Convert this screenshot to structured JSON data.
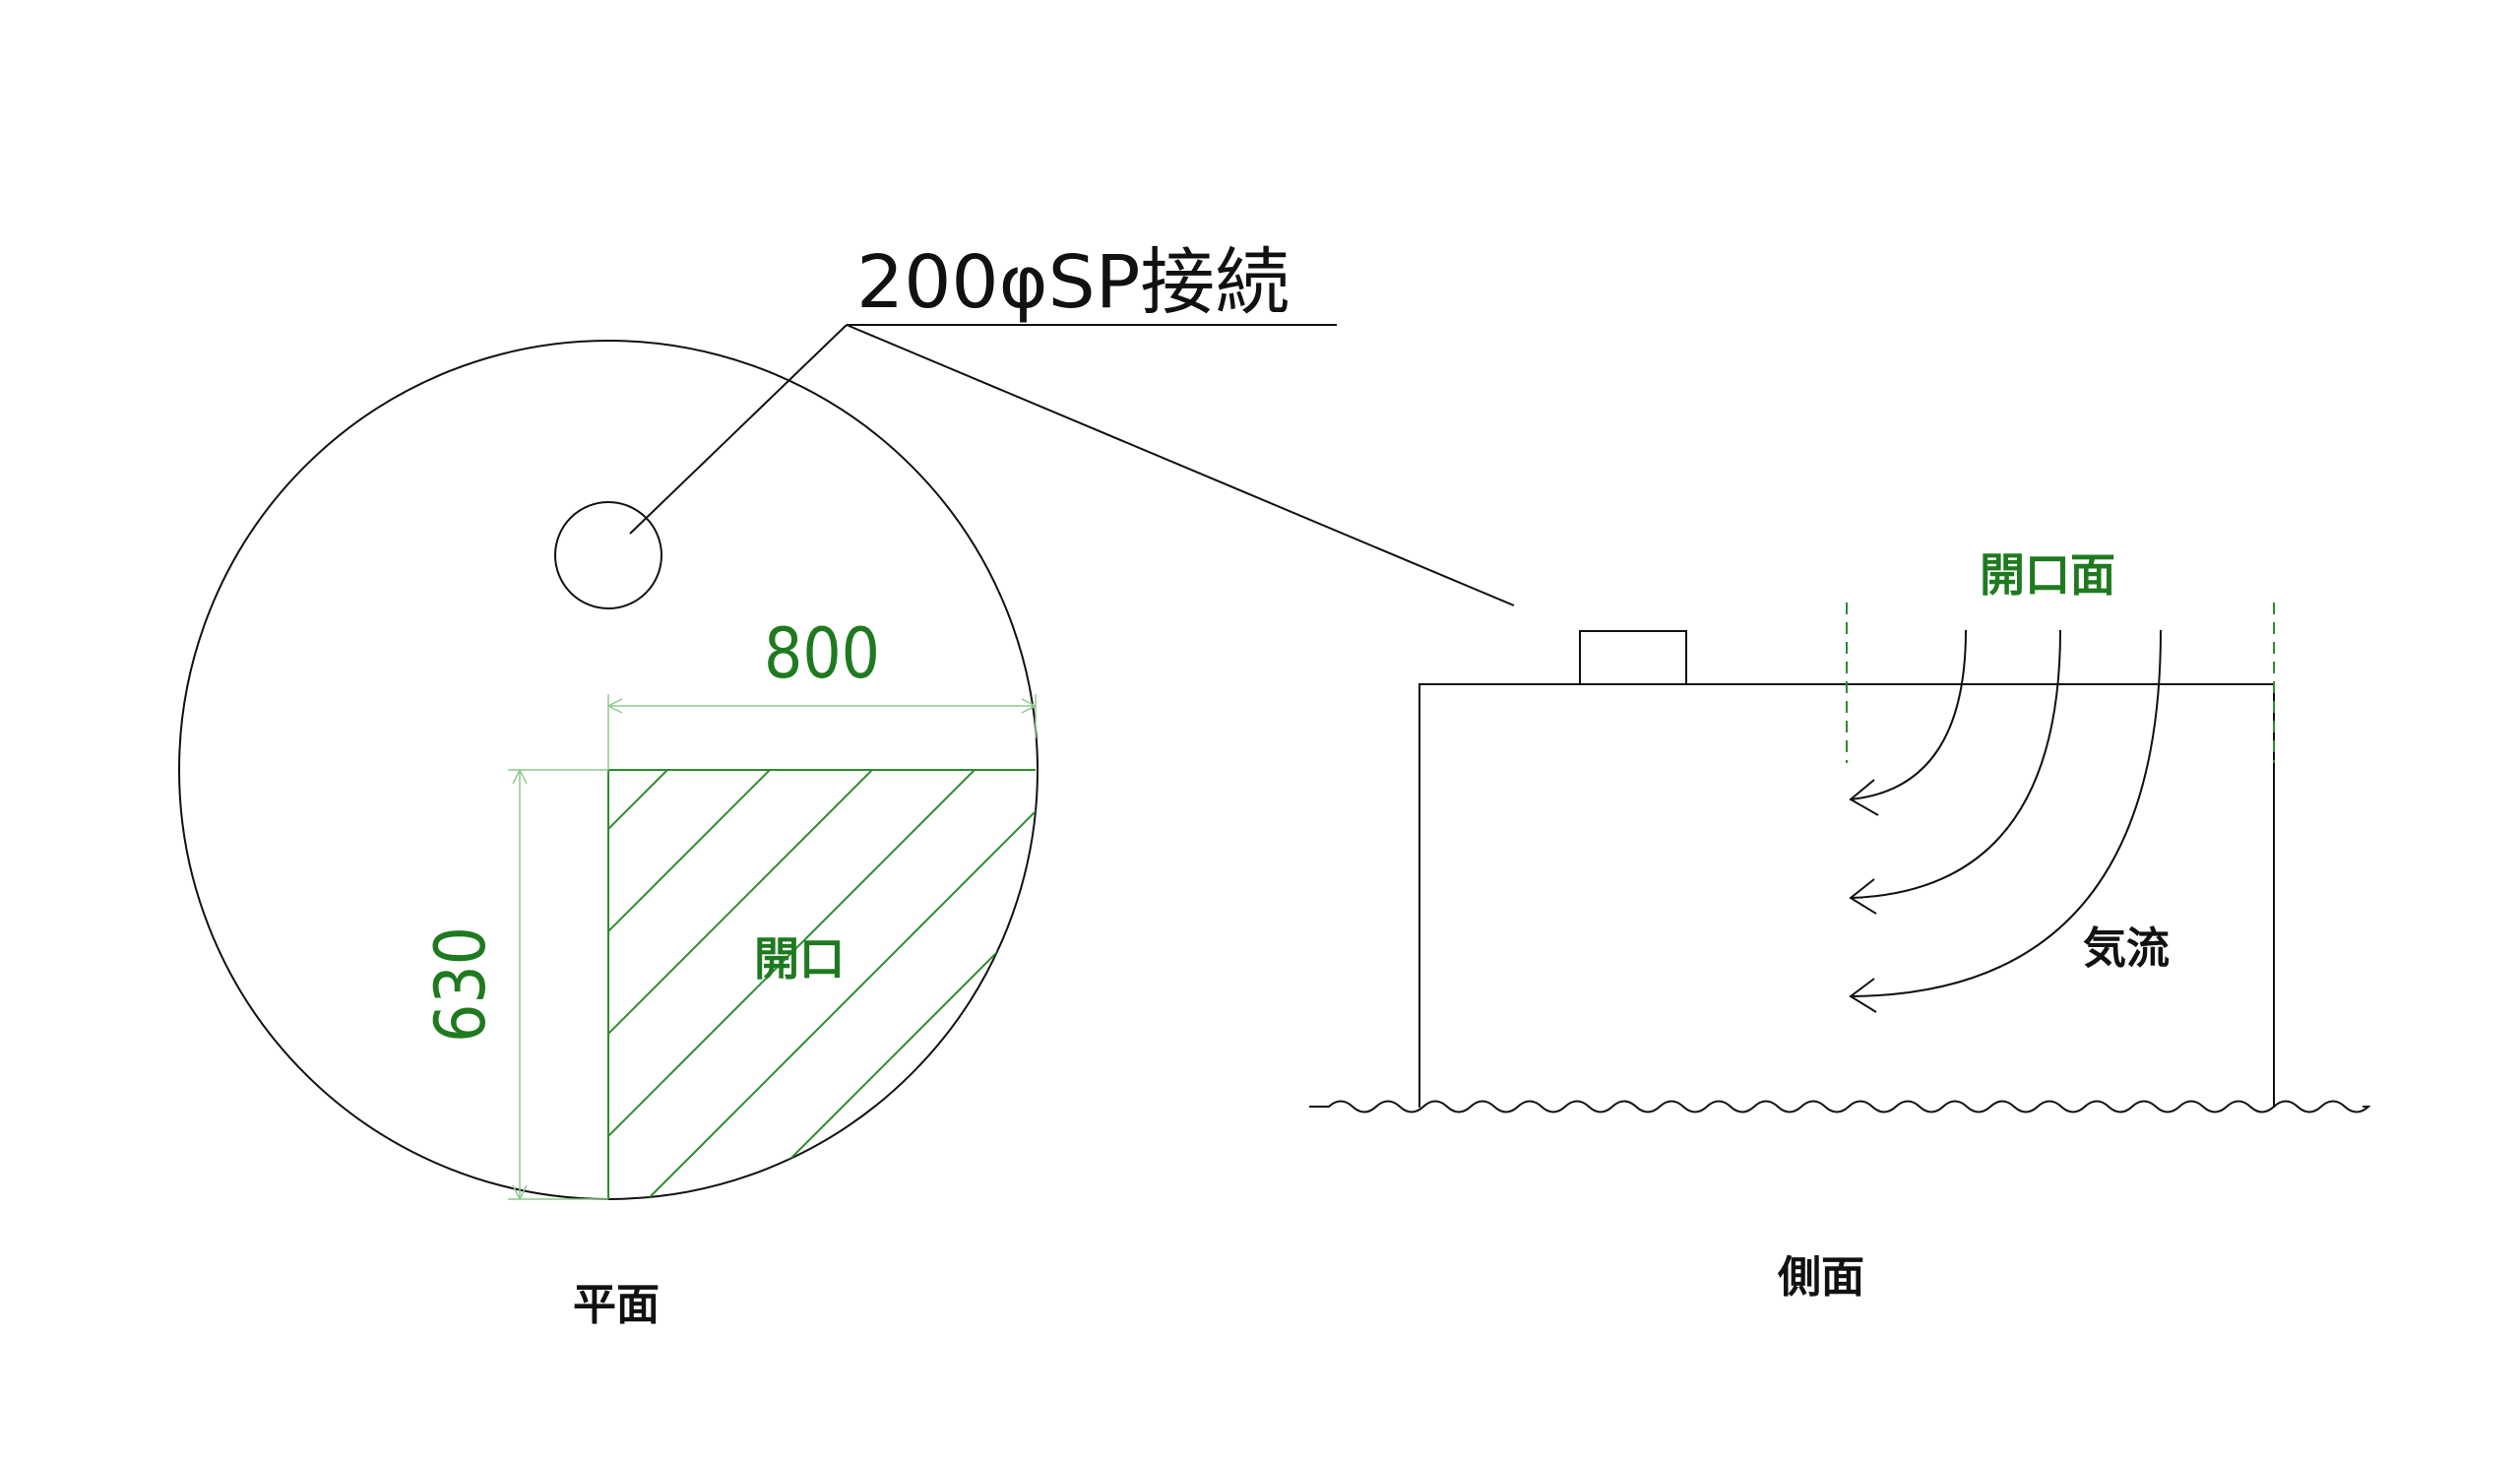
{
  "drawing": {
    "callout_label": "200φSP接続",
    "dimensions": {
      "width_value": "800",
      "height_value": "630"
    },
    "plan": {
      "opening_label": "開口",
      "view_label": "平面"
    },
    "side": {
      "opening_face_label": "開口面",
      "airflow_label": "気流",
      "view_label": "側面"
    }
  },
  "colors": {
    "line": "#111111",
    "annotation_green": "#1f7a1f",
    "dimension_green": "#8fc98f",
    "hatch_green": "#2e8b2e"
  }
}
